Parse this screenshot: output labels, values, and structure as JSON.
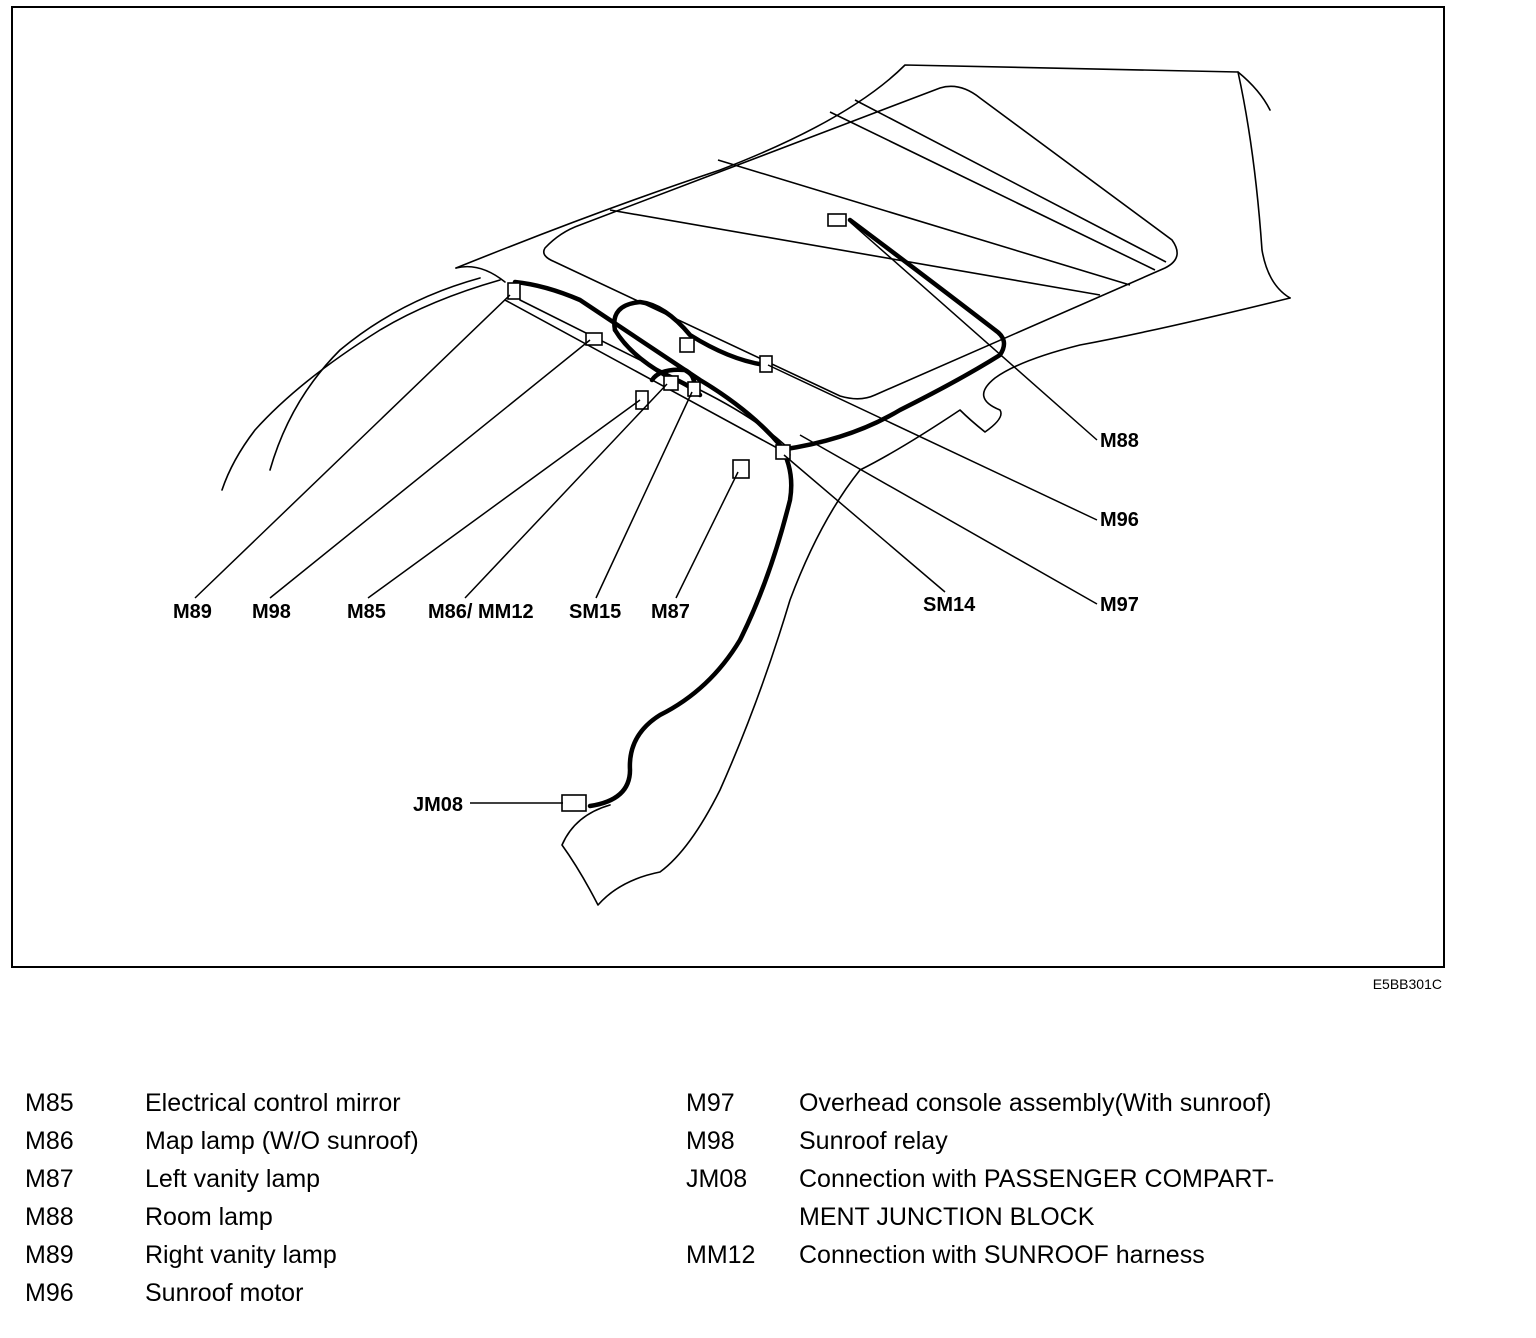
{
  "figure_code": "E5BB301C",
  "callouts": {
    "m89": "M89",
    "m98": "M98",
    "m85": "M85",
    "m86_mm12": "M86/ MM12",
    "sm15": "SM15",
    "m87": "M87",
    "sm14": "SM14",
    "m97": "M97",
    "m96": "M96",
    "m88": "M88",
    "jm08": "JM08"
  },
  "legend": {
    "left": [
      {
        "code": "M85",
        "desc": "Electrical control mirror"
      },
      {
        "code": "M86",
        "desc": "Map lamp (W/O sunroof)"
      },
      {
        "code": "M87",
        "desc": "Left vanity lamp"
      },
      {
        "code": "M88",
        "desc": "Room lamp"
      },
      {
        "code": "M89",
        "desc": "Right vanity lamp"
      },
      {
        "code": "M96",
        "desc": "Sunroof motor"
      }
    ],
    "right": [
      {
        "code": "M97",
        "desc": "Overhead console assembly(With sunroof)"
      },
      {
        "code": "M98",
        "desc": "Sunroof relay"
      },
      {
        "code": "JM08",
        "desc": "Connection with PASSENGER COMPART-"
      },
      {
        "code": "",
        "desc": "MENT JUNCTION BLOCK"
      },
      {
        "code": "MM12",
        "desc": "Connection with SUNROOF harness"
      }
    ]
  }
}
